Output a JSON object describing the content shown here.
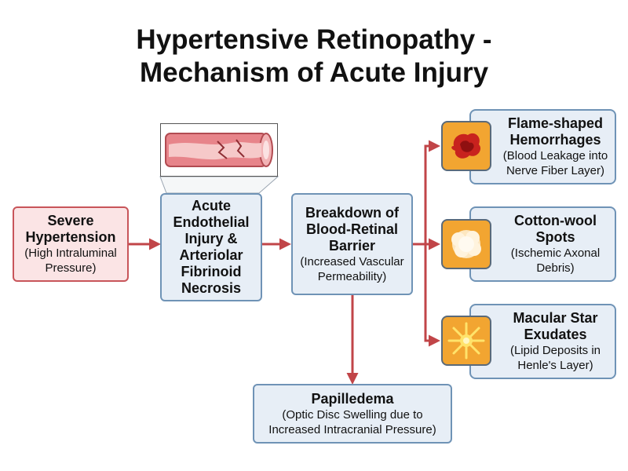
{
  "title": {
    "line1": "Hypertensive Retinopathy -",
    "line2": "Mechanism of Acute Injury"
  },
  "colors": {
    "arrow": "#c14548",
    "box_border": "#6f93b6",
    "box_fill": "#e7eef6",
    "start_border": "#c8555a",
    "start_fill": "#fbe4e5",
    "thumb_fill": "#f2a531"
  },
  "nodes": {
    "hypertension": {
      "heading": [
        "Severe",
        "Hypertension"
      ],
      "detail": [
        "(High Intraluminal",
        "Pressure)"
      ]
    },
    "endothelial": {
      "heading": [
        "Acute",
        "Endothelial",
        "Injury &",
        "Arteriolar",
        "Fibrinoid",
        "Necrosis"
      ]
    },
    "barrier": {
      "heading": [
        "Breakdown of",
        "Blood-Retinal",
        "Barrier"
      ],
      "detail": [
        "(Increased Vascular",
        "Permeability)"
      ]
    },
    "papilledema": {
      "heading": [
        "Papilledema"
      ],
      "detail": [
        "(Optic Disc Swelling due to",
        "Increased Intracranial Pressure)"
      ]
    }
  },
  "outcomes": [
    {
      "icon": "hemorrhage-icon",
      "heading": [
        "Flame-shaped",
        "Hemorrhages"
      ],
      "detail": [
        "(Blood Leakage into",
        "Nerve Fiber Layer)"
      ]
    },
    {
      "icon": "cotton-wool-icon",
      "heading": [
        "Cotton-wool",
        "Spots"
      ],
      "detail": [
        "(Ischemic Axonal",
        "Debris)"
      ]
    },
    {
      "icon": "macular-star-icon",
      "heading": [
        "Macular Star",
        "Exudates"
      ],
      "detail": [
        "(Lipid Deposits in",
        "Henle's Layer)"
      ]
    }
  ],
  "illustration": "damaged-arteriole-illustration"
}
